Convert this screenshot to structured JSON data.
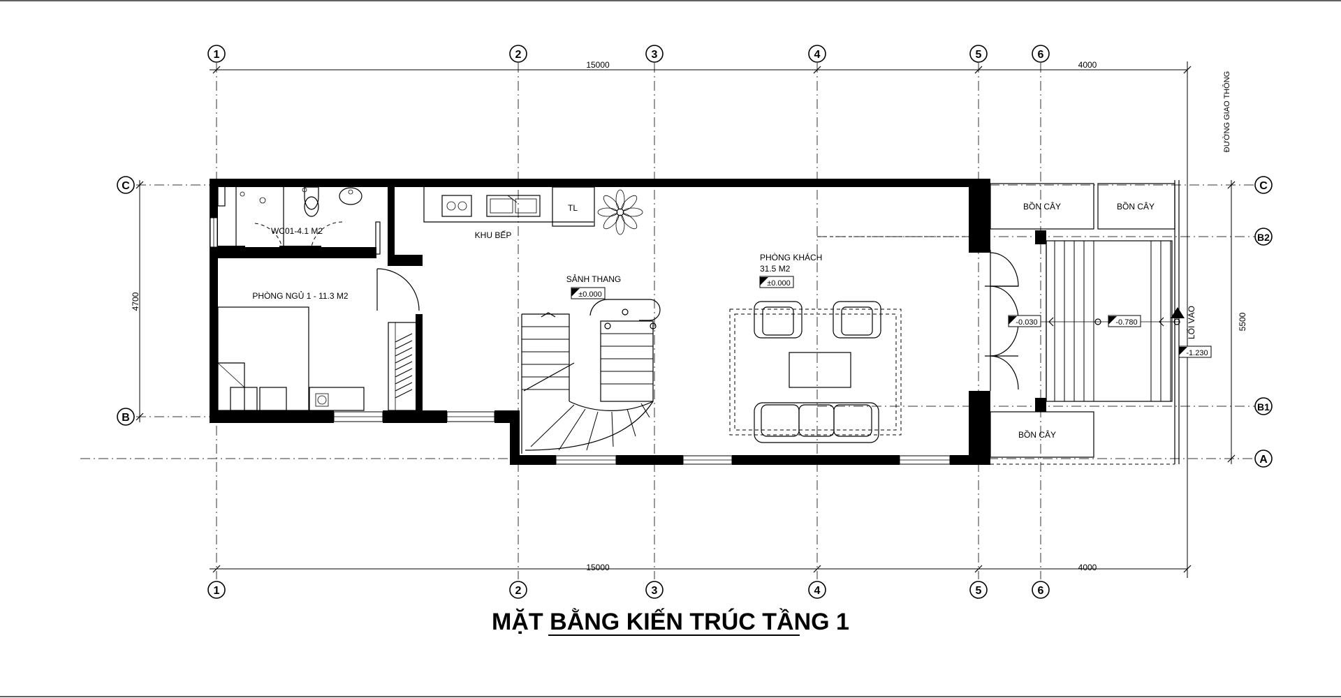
{
  "drawing": {
    "title": "MẶT BẰNG KIẾN TRÚC TẦNG 1",
    "street_label": "ĐƯỜNG GIAO THÔNG",
    "entrance_label": "LỐI VÀO"
  },
  "grid": {
    "top": [
      "1",
      "2",
      "3",
      "4",
      "5",
      "6"
    ],
    "bottom": [
      "1",
      "2",
      "3",
      "4",
      "5",
      "6"
    ],
    "left": [
      "C",
      "B"
    ],
    "right": [
      "C",
      "B2",
      "B1",
      "A"
    ]
  },
  "dimensions": {
    "top_main": "15000",
    "top_side": "4000",
    "bottom_main": "15000",
    "bottom_side": "4000",
    "left": "4700",
    "right": "5500"
  },
  "rooms": {
    "wc": "WC01-4.1 M2",
    "bedroom": "PHÒNG NGỦ 1 - 11.3 M2",
    "kitchen": "KHU BẾP",
    "fridge": "TL",
    "stair_hall": "SẢNH THANG",
    "living_name": "PHÒNG KHÁCH",
    "living_area": "31.5 M2",
    "planter_1": "BỒN CÂY",
    "planter_2": "BỒN CÂY",
    "planter_3": "BỒN CÂY"
  },
  "levels": {
    "stair_hall": "±0.000",
    "living": "±0.000",
    "porch": "-0.030",
    "steps": "-0.780",
    "entrance": "-1.230"
  }
}
